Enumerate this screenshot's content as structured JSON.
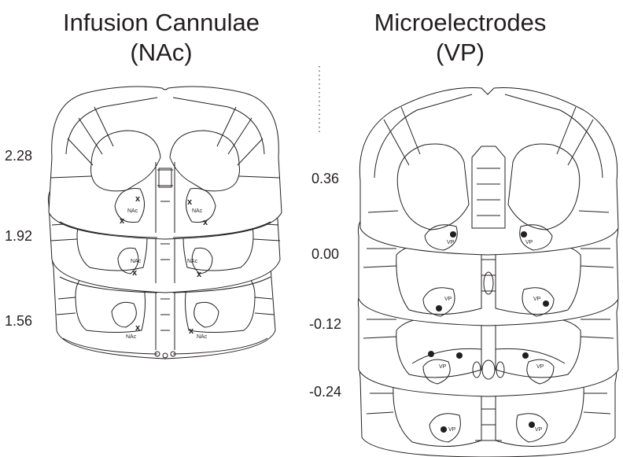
{
  "panels": {
    "left": {
      "title_line1": "Infusion Cannulae",
      "title_line2": "(NAc)",
      "region_label": "NAc",
      "marker_glyph": "x",
      "levels": [
        "2.28",
        "1.92",
        "1.56"
      ]
    },
    "right": {
      "title_line1": "Microelectrodes",
      "title_line2": "(VP)",
      "region_label": "VP",
      "levels": [
        "0.36",
        "0.00",
        "-0.12",
        "-0.24"
      ]
    }
  },
  "colors": {
    "ink": "#231f20",
    "background": "#ffffff"
  }
}
